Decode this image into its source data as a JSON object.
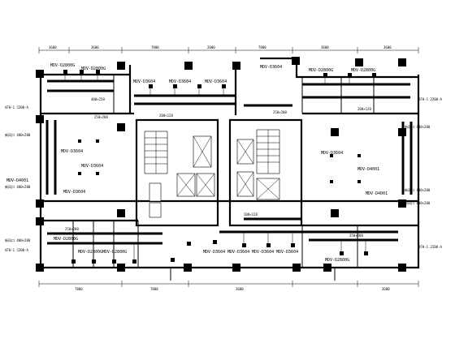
{
  "plan": {
    "labels": {
      "t1": "MDV-D2800G",
      "t2": "MDV-D2800G",
      "t3": "MDV-D3604",
      "t4": "MDV-D3604",
      "t5": "MDV-D3604",
      "t6": "MDV-D2800G",
      "t7": "MDV-D2800G",
      "r1": "MDV-D3604",
      "r2": "MDV-D3604",
      "r3": "MDV-D4001",
      "r4": "MDV-D4001",
      "l1": "MDV-D3604",
      "l2": "MDV-D3604",
      "l3": "MDV-D4001",
      "l4": "MDV-D3604",
      "b1": "MDV-D3604",
      "b2": "MDV-D3604",
      "b3": "MDV-D3604",
      "b4": "MDV-D3604",
      "b5": "MDV-D2800G",
      "b6": "MDV-D2800G",
      "b7": "MDV-D2800G",
      "b8": "MDV-D2800G",
      "fa1": "新风口 400×200",
      "fa2": "新风口 400×200",
      "fa3": "新风口 400×200",
      "fa4": "新风口 400×200",
      "fa5": "新风口 400×200",
      "fa6": "新风口 400×200",
      "sa1": "400×250",
      "sa2": "250×200",
      "sa3": "200×120",
      "sa4": "250×200",
      "sa5": "200×120",
      "sa6": "250×200",
      "sa7": "200×120",
      "sa8": "250×200",
      "mark1": "XFH-1 2200-A",
      "mark2": "XFH-1 2200-A",
      "mark3": "XFH-1 2200-A",
      "mark4": "XFH-1 2200-A",
      "dim1": "3600",
      "dim2": "3600",
      "dim3": "7800",
      "dim4": "7800",
      "dim5": "3600",
      "dim6": "2000",
      "dim7": "3600",
      "dim8": "7800",
      "dim9": "7800",
      "dim10": "3600",
      "dim11": "3600"
    }
  }
}
